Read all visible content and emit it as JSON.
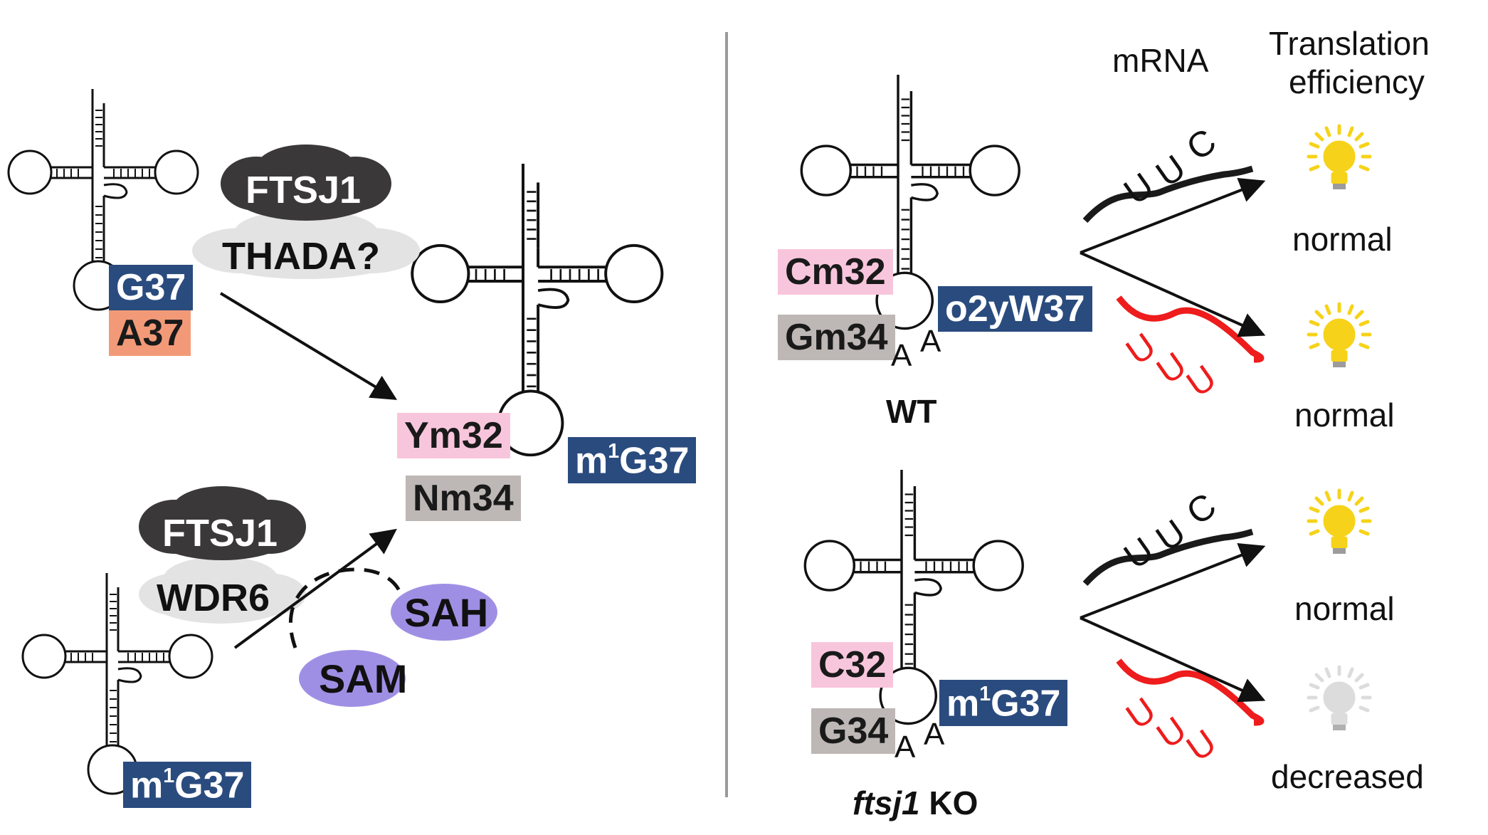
{
  "left": {
    "top_trna": {
      "label_g37": "G37",
      "label_a37": "A37"
    },
    "cloud1": {
      "enzyme": "FTSJ1",
      "partner": "THADA?"
    },
    "cloud2": {
      "enzyme": "FTSJ1",
      "partner": "WDR6"
    },
    "bottom_trna": {
      "label_prefix": "m",
      "label_sup": "1",
      "label_suffix": "G37"
    },
    "center_trna": {
      "ym32": "Ym32",
      "nm34": "Nm34",
      "m1g37_prefix": "m",
      "m1g37_sup": "1",
      "m1g37_suffix": "G37"
    },
    "cofactors": {
      "sam": "SAM",
      "sah": "SAH"
    }
  },
  "right": {
    "header_mrna": "mRNA",
    "header_te_line1": "Translation",
    "header_te_line2": "efficiency",
    "wt": {
      "cm32": "Cm32",
      "gm34": "Gm34",
      "o2yw37": "o2yW37",
      "a1": "A",
      "a2": "A",
      "caption": "WT",
      "codon_top": [
        "U",
        "U",
        "C"
      ],
      "codon_bottom": [
        "U",
        "U",
        "U"
      ],
      "outcome_top": "normal",
      "outcome_bottom": "normal"
    },
    "ko": {
      "c32": "C32",
      "g34": "G34",
      "m1g37_prefix": "m",
      "m1g37_sup": "1",
      "m1g37_suffix": "G37",
      "a1": "A",
      "a2": "A",
      "caption_italic": "ftsj1",
      "caption_rest": " KO",
      "codon_top": [
        "U",
        "U",
        "C"
      ],
      "codon_bottom": [
        "U",
        "U",
        "U"
      ],
      "outcome_top": "normal",
      "outcome_bottom": "decreased"
    }
  },
  "colors": {
    "label_blue": "#2a4b7e",
    "label_pink": "#f8c6dc",
    "label_grey": "#bdb7b5",
    "label_orange": "#f29a78",
    "cloud_dark": "#3a3838",
    "cloud_light": "#e3e3e3",
    "sam_sah_purple": "#9f8fe4",
    "mrna_black": "#1a1a1a",
    "mrna_red": "#ee1c1c",
    "bulb_on": "#f6d31a",
    "bulb_off": "#dcdcdc"
  },
  "icons": {
    "bulb_on": "lightbulb-on-icon",
    "bulb_off": "lightbulb-off-icon"
  }
}
